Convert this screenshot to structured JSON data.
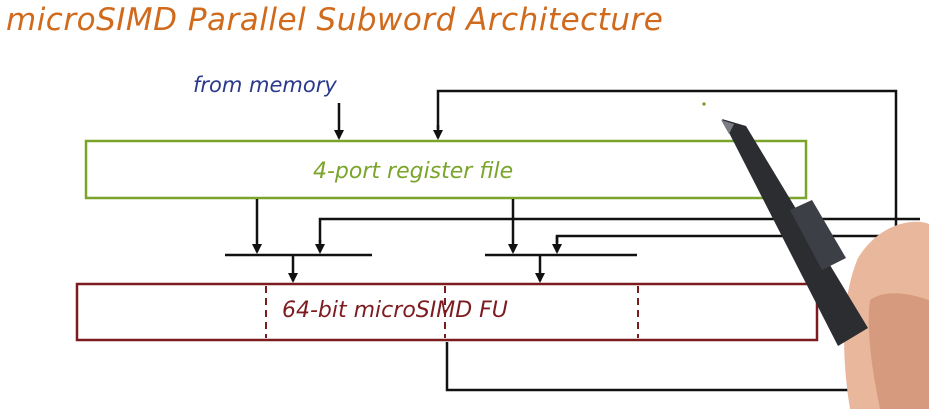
{
  "title": "microSIMD Parallel Subword Architecture",
  "from_memory_label": "from memory",
  "register_file_label": "4-port register file",
  "functional_unit_label": "64-bit microSIMD FU",
  "colors": {
    "title": "#d06a1c",
    "annotation": "#2a3a8a",
    "register_file": "#7aa52a",
    "functional_unit": "#7c1c20",
    "wires": "#111111"
  }
}
